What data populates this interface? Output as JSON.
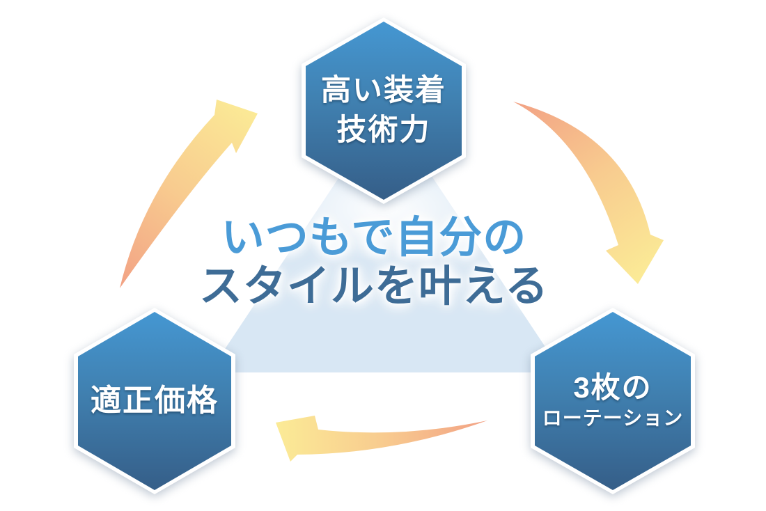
{
  "diagram": {
    "name": "style-cycle-diagram",
    "center_message": {
      "line1": "いつもで自分の",
      "line2": "スタイルを叶える"
    },
    "hexagons": {
      "top": {
        "line1": "高い装着",
        "line2": "技術力"
      },
      "right": {
        "line1": "3枚の",
        "line2": "ローテーション"
      },
      "left": {
        "line1": "適正価格"
      }
    },
    "icons": {
      "arrow_top_to_right": "curved-tapered-arrow-clockwise",
      "arrow_right_to_left": "curved-tapered-arrow-clockwise",
      "arrow_left_to_top": "curved-tapered-arrow-clockwise",
      "background_triangle": "light-blue-triangle"
    },
    "colors": {
      "background_color": "#ffffff",
      "triangle_color": "#d8e7f4",
      "hex_border_color": "#ffffff",
      "hex_top_color": "#4597d2",
      "hex_mid_color": "#4080b0",
      "hex_bottom_color": "#355e88",
      "hex_text_color": "#ffffff",
      "center_line1_color": "#4a9bd7",
      "center_line2_color": "#3e6c96",
      "arrow_tail_color": "#f2a184",
      "arrow_mid_color": "#f8cb8f",
      "arrow_head_color": "#fbea96"
    }
  }
}
